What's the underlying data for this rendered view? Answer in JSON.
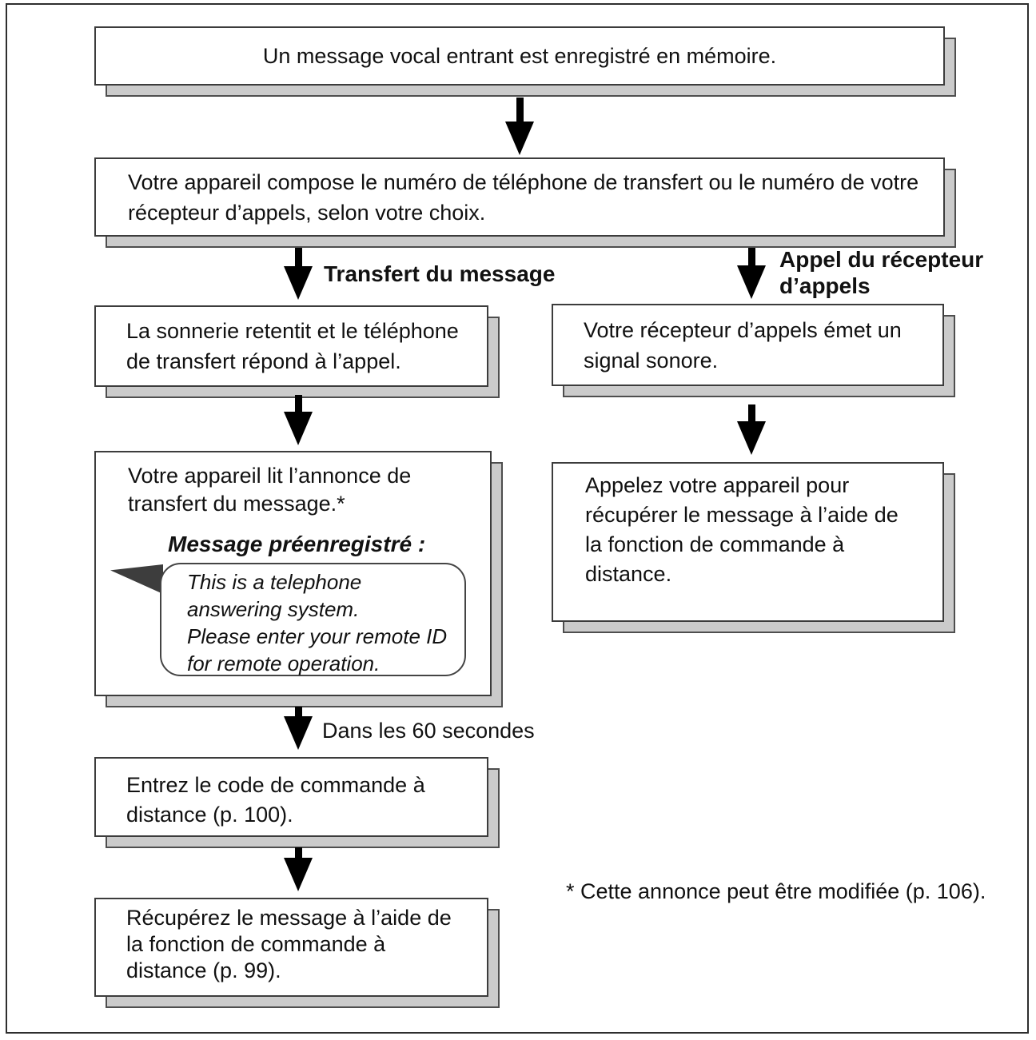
{
  "figure": {
    "title_box": "Un message vocal entrant est enregistré en mémoire.",
    "dial_box": [
      "Votre appareil compose le numéro de téléphone de transfert ou le numéro de votre",
      "récepteur d’appels, selon votre choix."
    ],
    "branch_transfer_label": "Transfert du message",
    "branch_pager_label": [
      "Appel du récepteur",
      "d’appels"
    ],
    "ring_box": [
      "La sonnerie retentit et le téléphone",
      "de transfert répond à l’appel."
    ],
    "pager_beep_box": [
      "Votre récepteur d’appels émet un",
      "signal sonore."
    ],
    "announce_box": [
      "Votre appareil lit l’annonce de",
      "transfert du message.*"
    ],
    "prerecorded_label": "Message préenregistré :",
    "bubble_text": [
      "This is a telephone",
      "answering system.",
      "Please enter your remote ID",
      "for remote operation."
    ],
    "callback_box": [
      "Appelez votre appareil pour",
      "récupérer le message à l’aide de",
      "la fonction de commande à",
      "distance."
    ],
    "within_60s_label": "Dans les 60 secondes",
    "enter_code_box": [
      "Entrez le code de commande à",
      "distance (p. 100)."
    ],
    "retrieve_box": [
      "Récupérez le message à l’aide de",
      "la fonction de commande à",
      "distance (p. 99)."
    ],
    "footnote": "* Cette annonce peut être modifiée (p. 106)."
  },
  "colors": {
    "background": "#ffffff",
    "box_border": "#3c3c3c",
    "box_shadow": "#cbcbcb",
    "arrow": "#000000",
    "bubble_tail": "#3d3d3d",
    "text": "#111111"
  }
}
